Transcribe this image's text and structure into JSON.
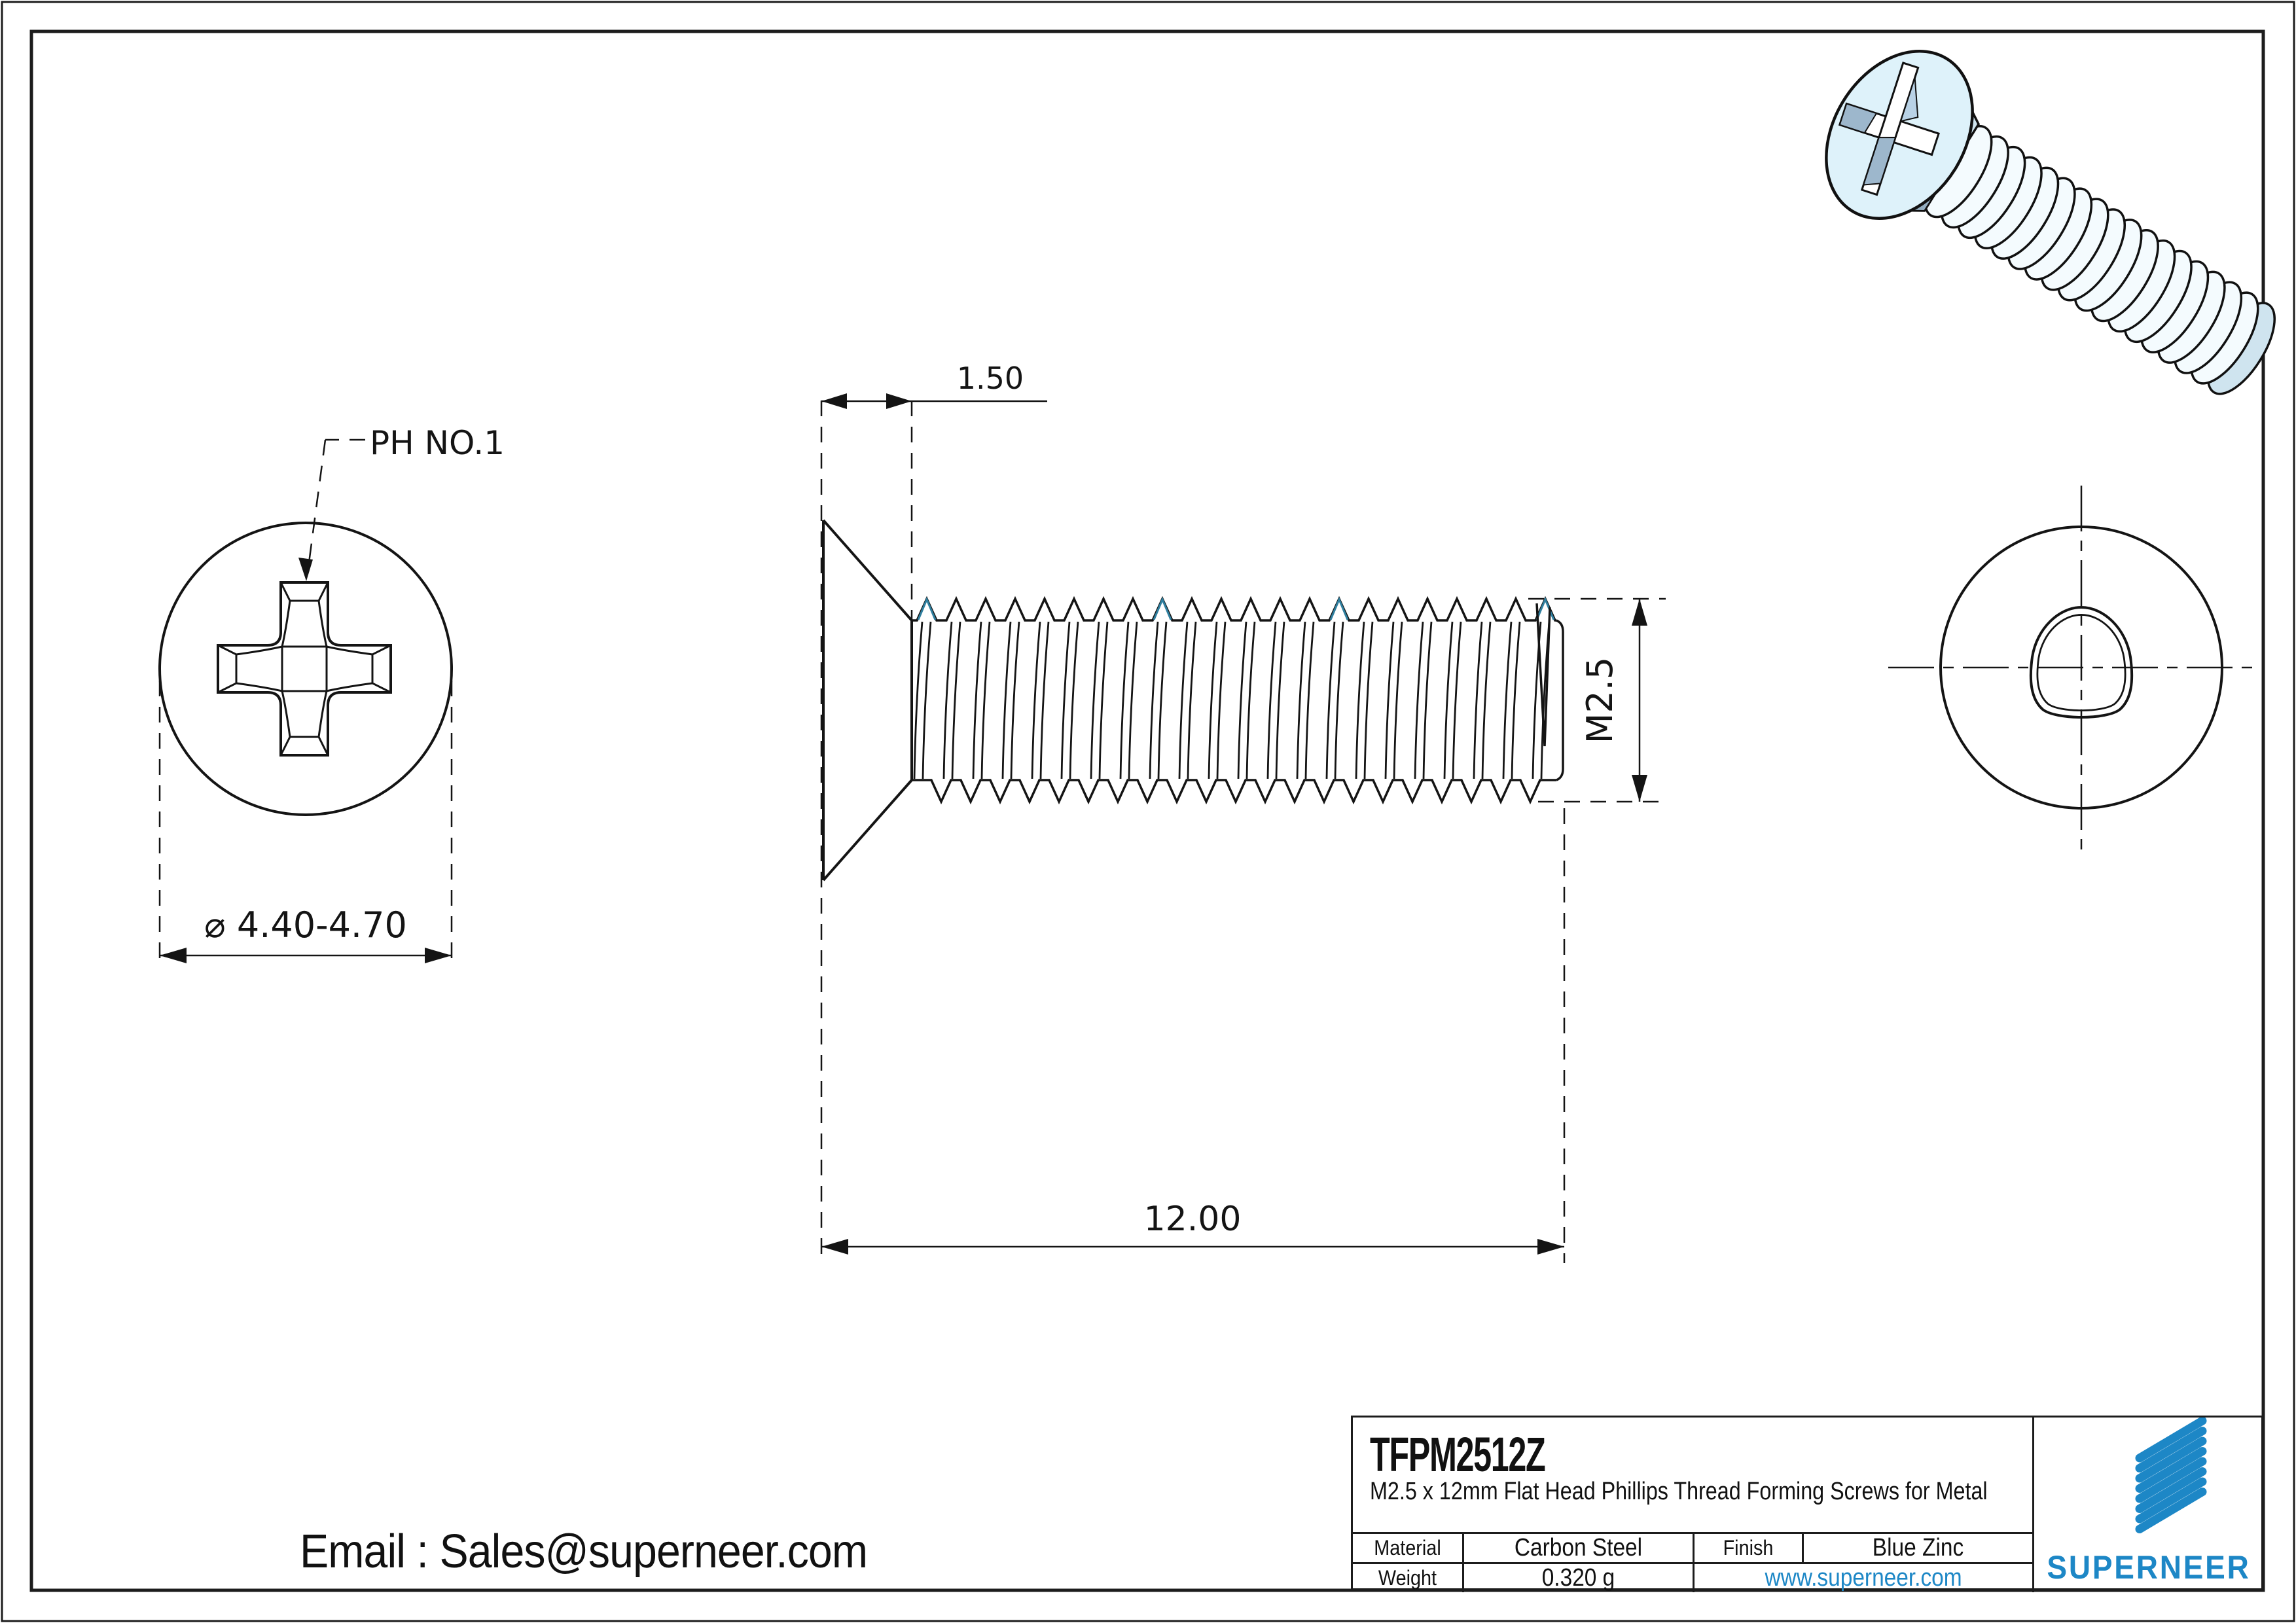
{
  "sheet": {
    "email_line": "Email : Sales@superneer.com"
  },
  "views": {
    "front": {
      "drive_label": "PH NO.1",
      "head_diameter": "⌀ 4.40-4.70"
    },
    "side": {
      "head_height": "1.50",
      "length": "12.00",
      "thread_spec": "M2.5"
    }
  },
  "title_block": {
    "part_number": "TFPM2512Z",
    "description": "M2.5 x 12mm Flat Head Phillips Thread Forming Screws for Metal",
    "material_label": "Material",
    "material_value": "Carbon Steel",
    "finish_label": "Finish",
    "finish_value": "Blue Zinc",
    "weight_label": "Weight",
    "weight_value": "0.320 g",
    "website": "www.superneer.com",
    "brand": "SUPERNEER"
  },
  "colors": {
    "accent_blue": "#1d87c6",
    "head_fill": "#def2fa",
    "cone_fill": "#cfe4ef",
    "shade_fill": "#93adc0",
    "cross_wall": "#9db7cc",
    "teal_mark": "#2f7f9f",
    "line_color": "#141414"
  }
}
